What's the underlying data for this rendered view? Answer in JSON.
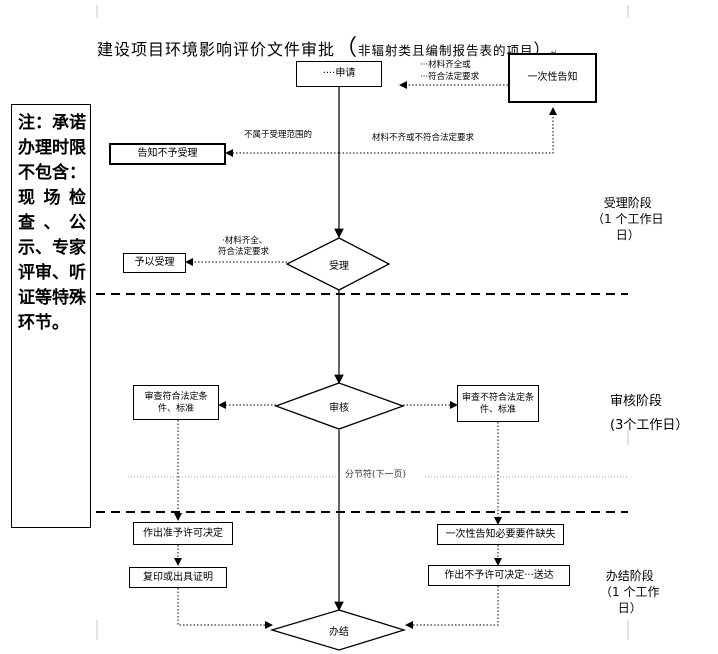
{
  "title": {
    "main": "建设项目环境影响评价文件审批",
    "paren_open": "（",
    "sub": "非辐射类且编制报告表的项目",
    "paren_close": "）"
  },
  "note": "注：承诺办理时限不包含：现场检查、公示、专家评审、听证等特殊环节。",
  "nodes": {
    "apply": "····申请",
    "one_time_notice": "一次性告知",
    "not_accept": "告知不予受理",
    "accept_notice": "予以受理",
    "accept": "受理",
    "review": "审核",
    "meets": "审查符合法定条件、标准",
    "not_meets": "审查不符合法定条件、标准",
    "permit_decision": "作出准予许可决定",
    "one_time_missing": "一次性告知必要要件缺失",
    "copy_certificate": "复印或出具证明",
    "no_permit_decision": "作出不予许可决定···送达",
    "finish": "办结"
  },
  "labels": {
    "materials_complete_top_1": "···材料齐全或",
    "materials_complete_top_2": "···符合法定要求",
    "not_in_scope": "不属于受理范围的",
    "materials_incomplete": "材料不齐或不符合法定要求",
    "materials_complete_mid_1": "·材料齐全、",
    "materials_complete_mid_2": "符合法定要求",
    "section_break": "分节符(下一页)"
  },
  "phases": {
    "accept_stage": "受理阶段",
    "accept_days": "（1 个工作日",
    "accept_days_2": "日）",
    "review_stage": "审核阶段",
    "review_days": "(3个工作日）",
    "finish_stage": "办结阶段",
    "finish_days": "（1 个工作",
    "finish_days_2": "日）"
  }
}
